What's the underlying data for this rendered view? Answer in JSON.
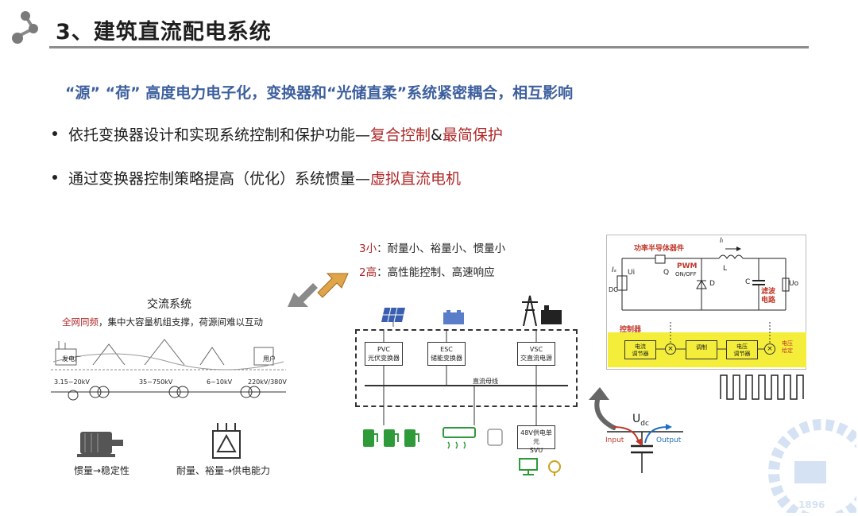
{
  "header": {
    "title": "3、建筑直流配电系统"
  },
  "intro": {
    "line": "“源” “荷” 高度电力电子化，变换器和“光储直柔”系统紧密耦合，相互影响"
  },
  "bullets": [
    {
      "text": "依托变换器设计和实现系统控制和保护功能—",
      "hl1": "复合控制",
      "sep": "&",
      "hl2": "最简保护"
    },
    {
      "text": "通过变换器控制策略提高（优化）系统惯量—",
      "hl1": "虚拟直流电机"
    }
  ],
  "ac": {
    "title": "交流系统",
    "note_red": "全网同频",
    "note_rest": "，集中大容量机组支撑，荷源间难以互动",
    "plant": "发电厂",
    "user": "用户",
    "v1": "3.15~20kV",
    "v2": "35~750kV",
    "v3": "6~10kV",
    "v4": "220kV/380V",
    "motor_caption": "惯量→稳定性",
    "trans_caption": "耐量、裕量→供电能力"
  },
  "dc": {
    "line1_red": "3小",
    "line1_rest": "：耐量小、裕量小、惯量小",
    "line2_red": "2高",
    "line2_rest": "：高性能控制、高速响应",
    "boxes": [
      {
        "code": "PVC",
        "name": "光伏变换器"
      },
      {
        "code": "ESC",
        "name": "储能变换器"
      },
      {
        "code": "VSC",
        "name": "交直流电源"
      }
    ],
    "bus": "直流母线",
    "supply_code": "48V供电单元",
    "supply_name": "SVU"
  },
  "circuit": {
    "switch_label": "功率半导体器件",
    "pwm": "PWM",
    "onoff": "ON/OFF",
    "ui": "Ui",
    "il": "Iₗ",
    "is": "Iₛ",
    "q": "Q",
    "d": "D",
    "l": "L",
    "c": "C",
    "uo": "Uo",
    "dc": "DC",
    "filter1": "滤波",
    "filter2": "电路",
    "controller": "控制器",
    "blk1_a": "电流",
    "blk1_b": "调节器",
    "blk2": "调制",
    "blk3_a": "电压",
    "blk3_b": "调节器",
    "blk4_a": "电压",
    "blk4_b": "给定",
    "udc": "U",
    "udc_sub": "dc",
    "input": "Input",
    "output": "Output"
  },
  "watermark": {
    "year": "1896"
  },
  "colors": {
    "subtitle": "#3d5f9e",
    "highlight": "#b02828",
    "controller_band": "#f4ee3a",
    "charger_green": "#2f9a3a"
  }
}
